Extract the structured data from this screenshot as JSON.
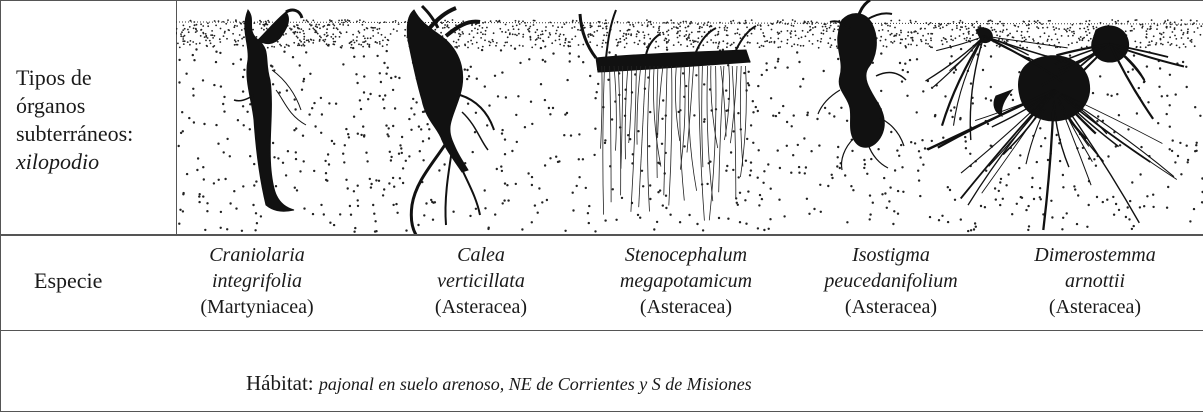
{
  "organ_row": {
    "label_lines": [
      "Tipos de",
      "órganos",
      "subterráneos:"
    ],
    "label_italic": "xilopodio"
  },
  "species_row": {
    "label": "Especie",
    "items": [
      {
        "name_line1": "Craniolaria",
        "name_line2": "integrifolia",
        "family": "(Martyniacea)"
      },
      {
        "name_line1": "Calea",
        "name_line2": "verticillata",
        "family": "(Asteracea)"
      },
      {
        "name_line1": "Stenocephalum",
        "name_line2": "megapotamicum",
        "family": "(Asteracea)"
      },
      {
        "name_line1": "Isostigma",
        "name_line2": "peucedanifolium",
        "family": "(Asteracea)"
      },
      {
        "name_line1": "Dimerostemma",
        "name_line2": "arnottii",
        "family": "(Asteracea)"
      }
    ]
  },
  "habitat_row": {
    "label": "Hábitat:",
    "value": "pajonal en suelo arenoso, NE de Corrientes y S de Misiones"
  }
}
